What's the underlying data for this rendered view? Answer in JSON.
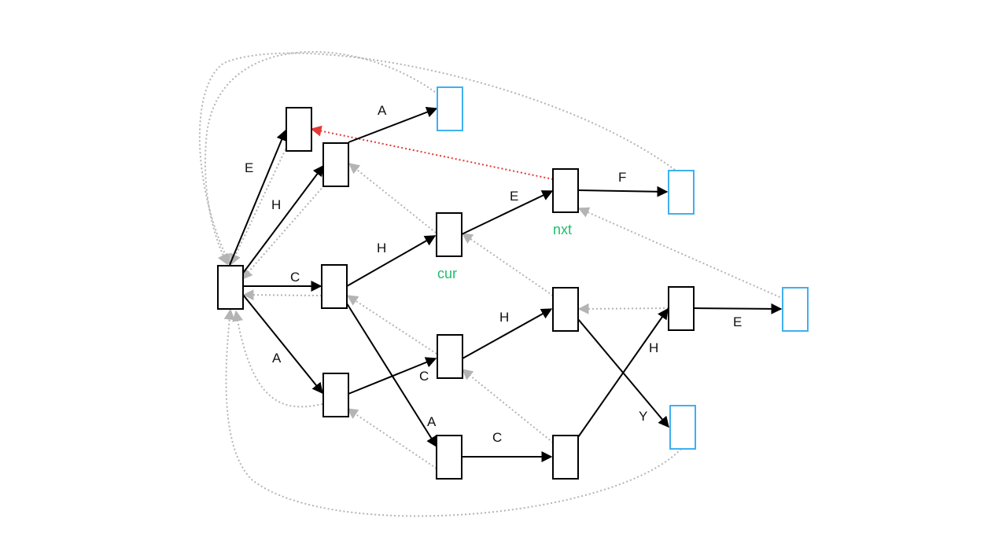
{
  "colors": {
    "node_border": "#000000",
    "leaf_border": "#3fb0ee",
    "edge": "#000000",
    "fail_link": "#b4b4b4",
    "highlight_link": "#e53935",
    "marker_text": "#1fbf6a"
  },
  "markers": {
    "cur": "cur",
    "nxt": "nxt"
  },
  "edges": {
    "root_a": "A",
    "root_c": "C",
    "root_e": "E",
    "root_h": "H",
    "h_a": "A",
    "c_h": "H",
    "c_a": "A",
    "a_c": "C",
    "ch_e": "E",
    "che_f": "F",
    "ac_h": "H",
    "ca_c": "C",
    "ach_y": "Y",
    "cac_h": "H",
    "cach_e": "E"
  }
}
